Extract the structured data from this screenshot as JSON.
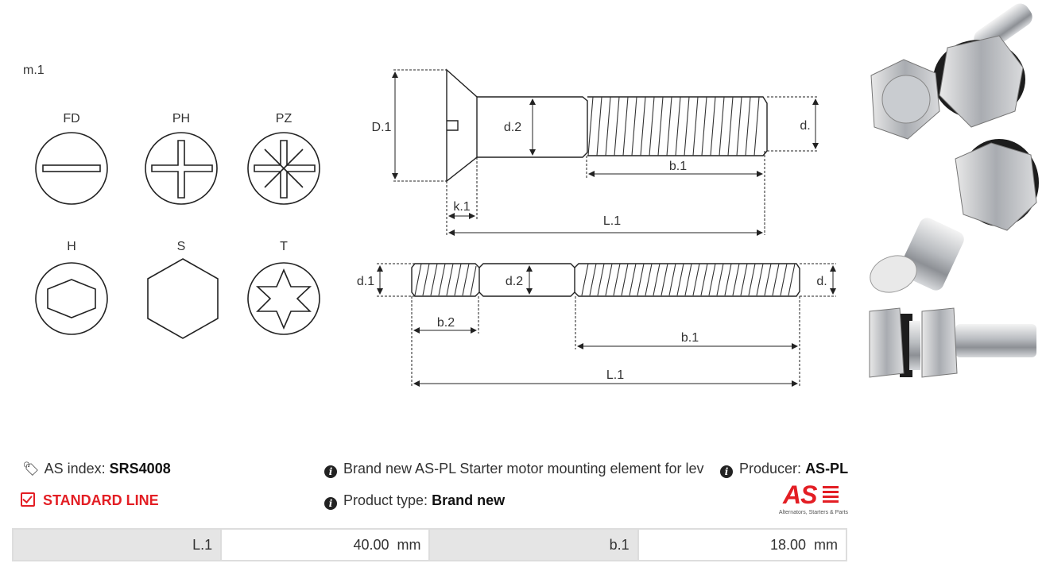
{
  "drawing": {
    "model_label": "m.1",
    "head_types": [
      {
        "code": "FD"
      },
      {
        "code": "PH"
      },
      {
        "code": "PZ"
      },
      {
        "code": "H"
      },
      {
        "code": "S"
      },
      {
        "code": "T"
      }
    ],
    "dims_top": {
      "D1": "D.1",
      "d2": "d.2",
      "d": "d.",
      "b1": "b.1",
      "k1": "k.1",
      "L1": "L.1"
    },
    "dims_bottom": {
      "d1": "d.1",
      "d2": "d.2",
      "d": "d.",
      "b2": "b.2",
      "b1": "b.1",
      "L1": "L.1"
    }
  },
  "photos": [
    {
      "name": "product-photo-1"
    },
    {
      "name": "product-photo-2"
    },
    {
      "name": "product-photo-3"
    }
  ],
  "info": {
    "as_index_label": "AS index:",
    "as_index_value": "SRS4008",
    "line_label": "STANDARD LINE",
    "description": "Brand new AS-PL Starter motor mounting element for lev",
    "producer_label": "Producer:",
    "producer_value": "AS-PL",
    "product_type_label": "Product type:",
    "product_type_value": "Brand new",
    "logo_text": "AS",
    "logo_tagline": "Alternators, Starters & Parts"
  },
  "specs": [
    {
      "label": "L.1",
      "value": "40.00",
      "unit": "mm"
    },
    {
      "label": "b.1",
      "value": "18.00",
      "unit": "mm"
    }
  ],
  "colors": {
    "accent_red": "#e31e24",
    "text": "#333333",
    "border": "#dddddd",
    "header_bg": "#e5e5e5"
  }
}
